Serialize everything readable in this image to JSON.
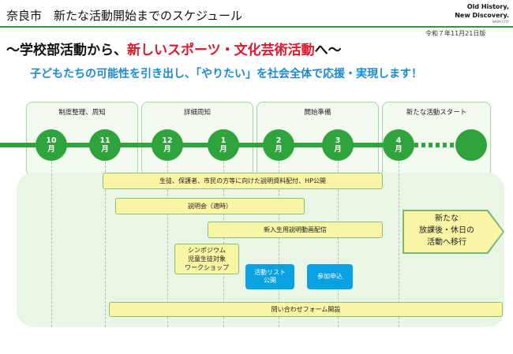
{
  "header": {
    "title": "奈良市　新たな活動開始までのスケジュール",
    "logo_line1": "Old History,",
    "logo_line2": "New Discovery.",
    "logo_small": "NARA CITY",
    "date": "令和７年11月21日版"
  },
  "headline": {
    "prefix": "〜学校部活動から、",
    "highlight": "新しいスポーツ・文化芸術活動",
    "suffix": "へ〜"
  },
  "subheadline": "子どもたちの可能性を引き出し、「やりたい」を社会全体で応援・実現します！",
  "phases": [
    {
      "label": "制度整理、周知"
    },
    {
      "label": "詳細周知"
    },
    {
      "label": "開始準備"
    },
    {
      "label": "新たな活動スタート"
    }
  ],
  "months": [
    {
      "num": "10",
      "unit": "月"
    },
    {
      "num": "11",
      "unit": "月"
    },
    {
      "num": "12",
      "unit": "月"
    },
    {
      "num": "1",
      "unit": "月"
    },
    {
      "num": "2",
      "unit": "月"
    },
    {
      "num": "3",
      "unit": "月"
    },
    {
      "num": "4",
      "unit": "月"
    },
    {
      "num": "",
      "unit": ""
    }
  ],
  "tasks": {
    "distribution": "生徒、保護者、市民の方等に向けた説明資料配付、HP公開",
    "briefing": "説明会（適時）",
    "video": "新入生用説明動画配信",
    "symposium_1": "シンポジウム",
    "symposium_2": "児童生徒対象",
    "symposium_3": "ワークショップ",
    "list_1": "活動リスト",
    "list_2": "公開",
    "apply": "参加申込",
    "form": "問い合わせフォーム開設"
  },
  "transition": {
    "line1": "新たな",
    "line2": "放課後・休日の",
    "line3": "活動へ移行"
  },
  "colors": {
    "green": "#2fa43c",
    "red": "#e0162b",
    "blue": "#1c8ad1",
    "task_yellow": "#f8f5a4",
    "task_blue": "#0aa1e3"
  }
}
